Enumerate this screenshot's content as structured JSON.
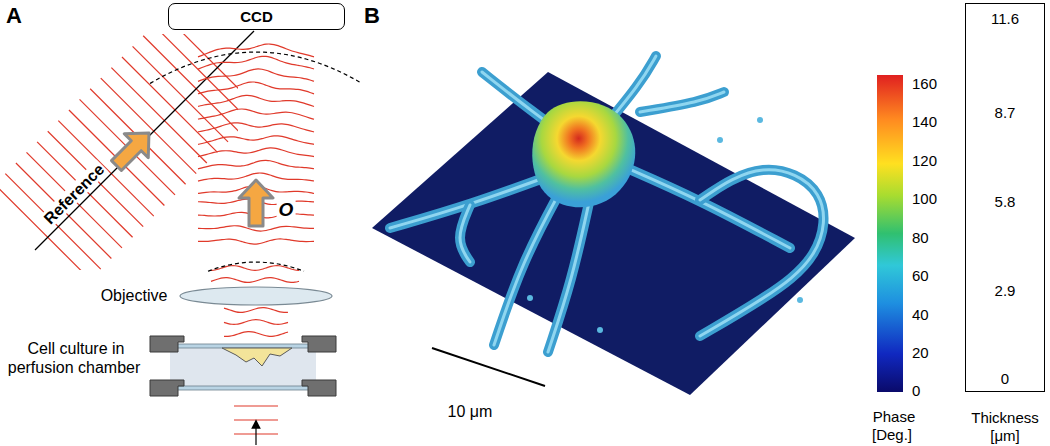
{
  "diagram": {
    "nodes": [
      {
        "text": [
          "CCD"
        ]
      },
      {
        "text": [
          "11.6",
          "8.7",
          "5.8",
          "2.9",
          "0",
          "Thickness [μm]"
        ]
      }
    ],
    "labels": [
      "A",
      "B",
      "Reference",
      "O",
      "Objective",
      "Cell culture in perfusion chamber",
      "10 μm",
      "160",
      "140",
      "120",
      "100",
      "80",
      "60",
      "40",
      "20",
      "0",
      "Phase [Deg.]"
    ]
  }
}
